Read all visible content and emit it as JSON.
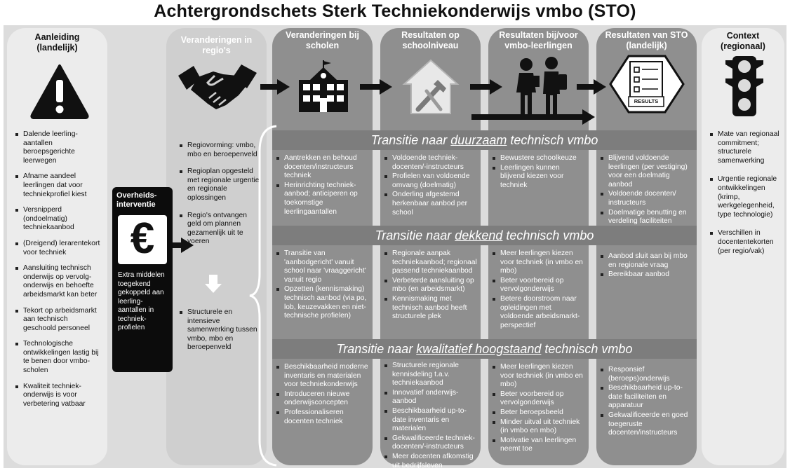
{
  "title": "Achtergrondschets Sterk Techniekonderwijs vmbo (STO)",
  "columns": {
    "aanleiding": {
      "head": "Aanleiding\n(landelijk)",
      "items": [
        "Dalende leerling-aantallen beroepsgerichte leerwegen",
        "Afname aandeel leerlingen dat voor techniekprofiel kiest",
        "Versnipperd (ondoelmatig) techniekaanbod",
        "(Dreigend) lerarentekort voor techniek",
        "Aansluiting technisch onderwijs op vervolg-onderwijs en behoefte arbeidsmarkt kan beter",
        "Tekort op arbeidsmarkt aan technisch geschoold personeel",
        "Technologische ontwikkelingen lastig bij te benen door vmbo-scholen",
        "Kwaliteit techniek-onderwijs is voor verbetering vatbaar"
      ]
    },
    "regio": {
      "head": "Veranderingen in regio's",
      "items": [
        "Regiovorming: vmbo, mbo en beroepenveld",
        "Regioplan opgesteld met regionale urgentie en regionale oplossingen",
        "Regio's ontvangen geld om plannen gezamenlijk uit te voeren"
      ],
      "item_after_arrow": "Structurele en intensieve samenwerking tussen vmbo, mbo en beroepenveld"
    },
    "scholen": {
      "head": "Veranderingen bij\nscholen"
    },
    "schoolniveau": {
      "head": "Resultaten op\nschoolniveau"
    },
    "leerlingen": {
      "head": "Resultaten bij/voor\nvmbo-leerlingen"
    },
    "sto": {
      "head": "Resultaten van STO\n(landelijk)",
      "icon_text": "RESULTS"
    },
    "context": {
      "head": "Context\n(regionaal)",
      "items": [
        "Mate van regionaal commitment; structurele samenwerking",
        "Urgentie regionale ontwikkelingen (krimp, werkgelegenheid, type technologie)",
        "Verschillen in docententekorten (per regio/vak)"
      ]
    }
  },
  "overheid": {
    "head": "Overheids-\ninterventie",
    "text": "Extra middelen toegekend gekoppeld aan leerling-aantallen in techniek-profielen",
    "icon_text": "€"
  },
  "transitions": [
    {
      "pre": "Transitie naar ",
      "key": "duurzaam",
      "post": " technisch vmbo",
      "cells": [
        [
          "Aantrekken en behoud docenten/instructeurs techniek",
          "Herinrichting techniek-aanbod; anticiperen op toekomstige leerlingaantallen"
        ],
        [
          "Voldoende techniek-docenten/-instructeurs",
          "Profielen van voldoende omvang (doelmatig)",
          "Onderling afgestemd herkenbaar aanbod per school"
        ],
        [
          "Bewustere schoolkeuze",
          "Leerlingen kunnen blijvend kiezen voor techniek"
        ],
        [
          "Blijvend voldoende leerlingen (per vestiging) voor een doelmatig aanbod",
          "Voldoende docenten/ instructeurs",
          "Doelmatige benutting en verdeling faciliteiten"
        ]
      ]
    },
    {
      "pre": "Transitie naar ",
      "key": "dekkend",
      "post": " technisch vmbo",
      "cells": [
        [
          "Transitie van 'aanbodgericht' vanuit school naar 'vraaggericht' vanuit regio",
          "Opzetten (kennismaking) technisch aanbod (via po, lob, keuzevakken en niet-technische profielen)"
        ],
        [
          "Regionale aanpak techniekaanbod; regionaal passend techniekaanbod",
          "Verbeterde aansluiting op mbo (en arbeidsmarkt)",
          "Kennismaking met technisch aanbod heeft structurele plek"
        ],
        [
          "Meer leerlingen kiezen voor techniek (in vmbo en mbo)",
          "Beter voorbereid op vervolgonderwijs",
          "Betere doorstroom naar opleidingen met voldoende arbeidsmarkt-perspectief"
        ],
        [
          "Aanbod sluit aan bij mbo en regionale vraag",
          "Bereikbaar aanbod"
        ]
      ]
    },
    {
      "pre": "Transitie naar ",
      "key": "kwalitatief hoogstaand",
      "post": " technisch vmbo",
      "cells": [
        [
          "Beschikbaarheid moderne inventaris en materialen voor techniekonderwijs",
          "Introduceren nieuwe onderwijsconcepten",
          "Professionaliseren docenten techniek"
        ],
        [
          "Structurele regionale kennisdeling t.a.v. techniekaanbod",
          "Innovatief onderwijs-aanbod",
          "Beschikbaarheid up-to-date inventaris en materialen",
          "Gekwalificeerde techniek-docenten/-instructeurs",
          "Meer docenten afkomstig uit bedrijfsleven"
        ],
        [
          "Meer leerlingen kiezen voor techniek (in vmbo en mbo)",
          "Beter voorbereid op vervolgonderwijs",
          "Beter beroepsbeeld",
          "Minder uitval uit techniek (in vmbo en mbo)",
          "Motivatie van leerlingen neemt toe"
        ],
        [
          "Responsief (beroeps)onderwijs",
          "Beschikbaarheid up-to-date faciliteiten en apparatuur",
          "Gekwalificeerde en goed toegeruste docenten/instructeurs"
        ]
      ]
    }
  ],
  "icons": [
    "warning-icon",
    "handshake-icon",
    "school-icon",
    "house-tools-icon",
    "students-icon",
    "results-checklist-icon",
    "traffic-light-icon",
    "euro-icon"
  ],
  "colors": {
    "band": "#7d7d7d",
    "dark_panel": "#8f8f8f",
    "light_panel": "#ececec",
    "overheid": "#0c0c0c"
  }
}
